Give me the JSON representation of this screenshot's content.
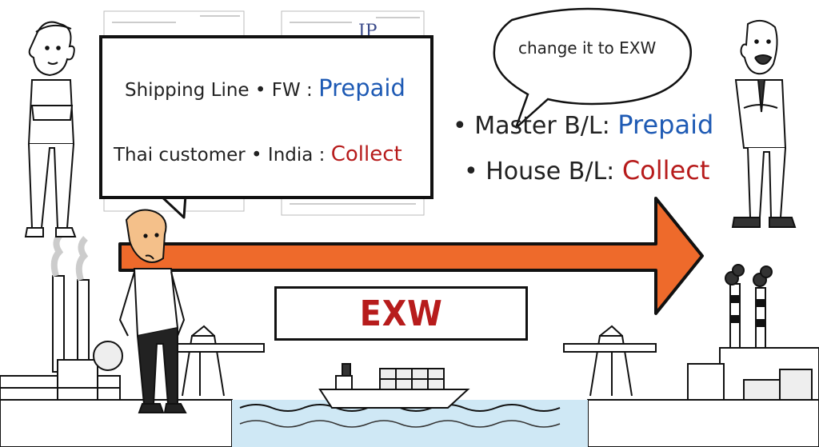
{
  "box": {
    "line1_prefix": "Shipping Line • FW",
    "line1_sep": " : ",
    "line1_value": "Prepaid",
    "line2_prefix": "Thai customer • India",
    "line2_sep": " : ",
    "line2_value": "Collect"
  },
  "speech": {
    "text": "change it to EXW"
  },
  "terms": {
    "master_prefix": "• Master B/L: ",
    "master_value": "Prepaid",
    "house_prefix": "• House B/L: ",
    "house_value": "Collect"
  },
  "incoterm": "EXW",
  "colors": {
    "arrow": "#ee6a2b",
    "prepaid": "#1e5ab4",
    "collect": "#b71c1c",
    "water": "#cfe8f5",
    "ink": "#111111"
  }
}
